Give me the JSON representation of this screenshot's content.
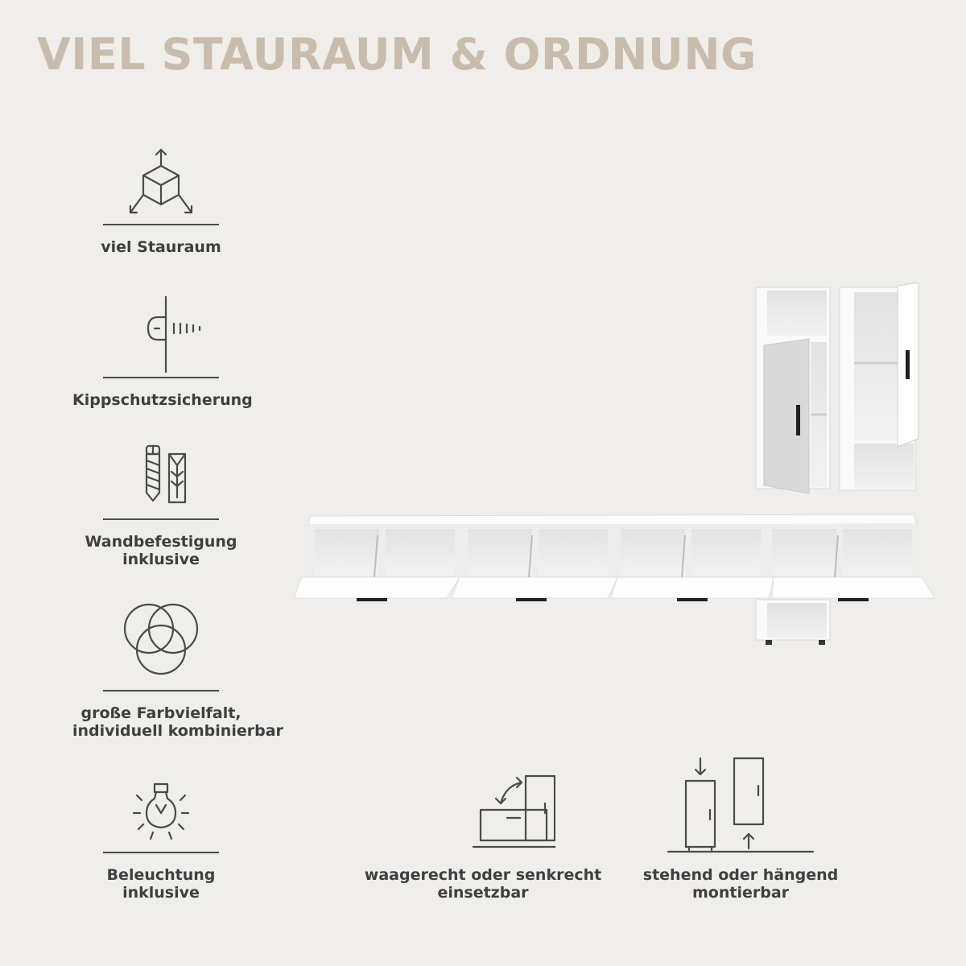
{
  "title": "VIEL STAURAUM & ORDNUNG",
  "features": {
    "storage": {
      "icon": "cube-arrows-icon",
      "label": "viel Stauraum"
    },
    "tipguard": {
      "icon": "wall-screw-icon",
      "label": "Kippschutzsicherung"
    },
    "wallmount": {
      "icon": "screw-dowel-icon",
      "label_line1": "Wandbefestigung",
      "label_line2": "inklusive"
    },
    "colors": {
      "icon": "color-circles-icon",
      "label_line1": "große Farbvielfalt,",
      "label_line2": "individuell kombinierbar"
    },
    "lighting": {
      "icon": "light-bulb-icon",
      "label_line1": "Beleuchtung",
      "label_line2": "inklusive"
    },
    "orientation": {
      "icon": "swap-orientation-icon",
      "label_line1": "waagerecht oder senkrecht",
      "label_line2": "einsetzbar"
    },
    "mounting": {
      "icon": "stand-hang-icon",
      "label_line1": "stehend oder hängend",
      "label_line2": "montierbar"
    }
  },
  "colors": {
    "background": "#f0eeea",
    "title": "#c9bcac",
    "icon": "#4a4a4a",
    "furniture": "#ffffff"
  }
}
